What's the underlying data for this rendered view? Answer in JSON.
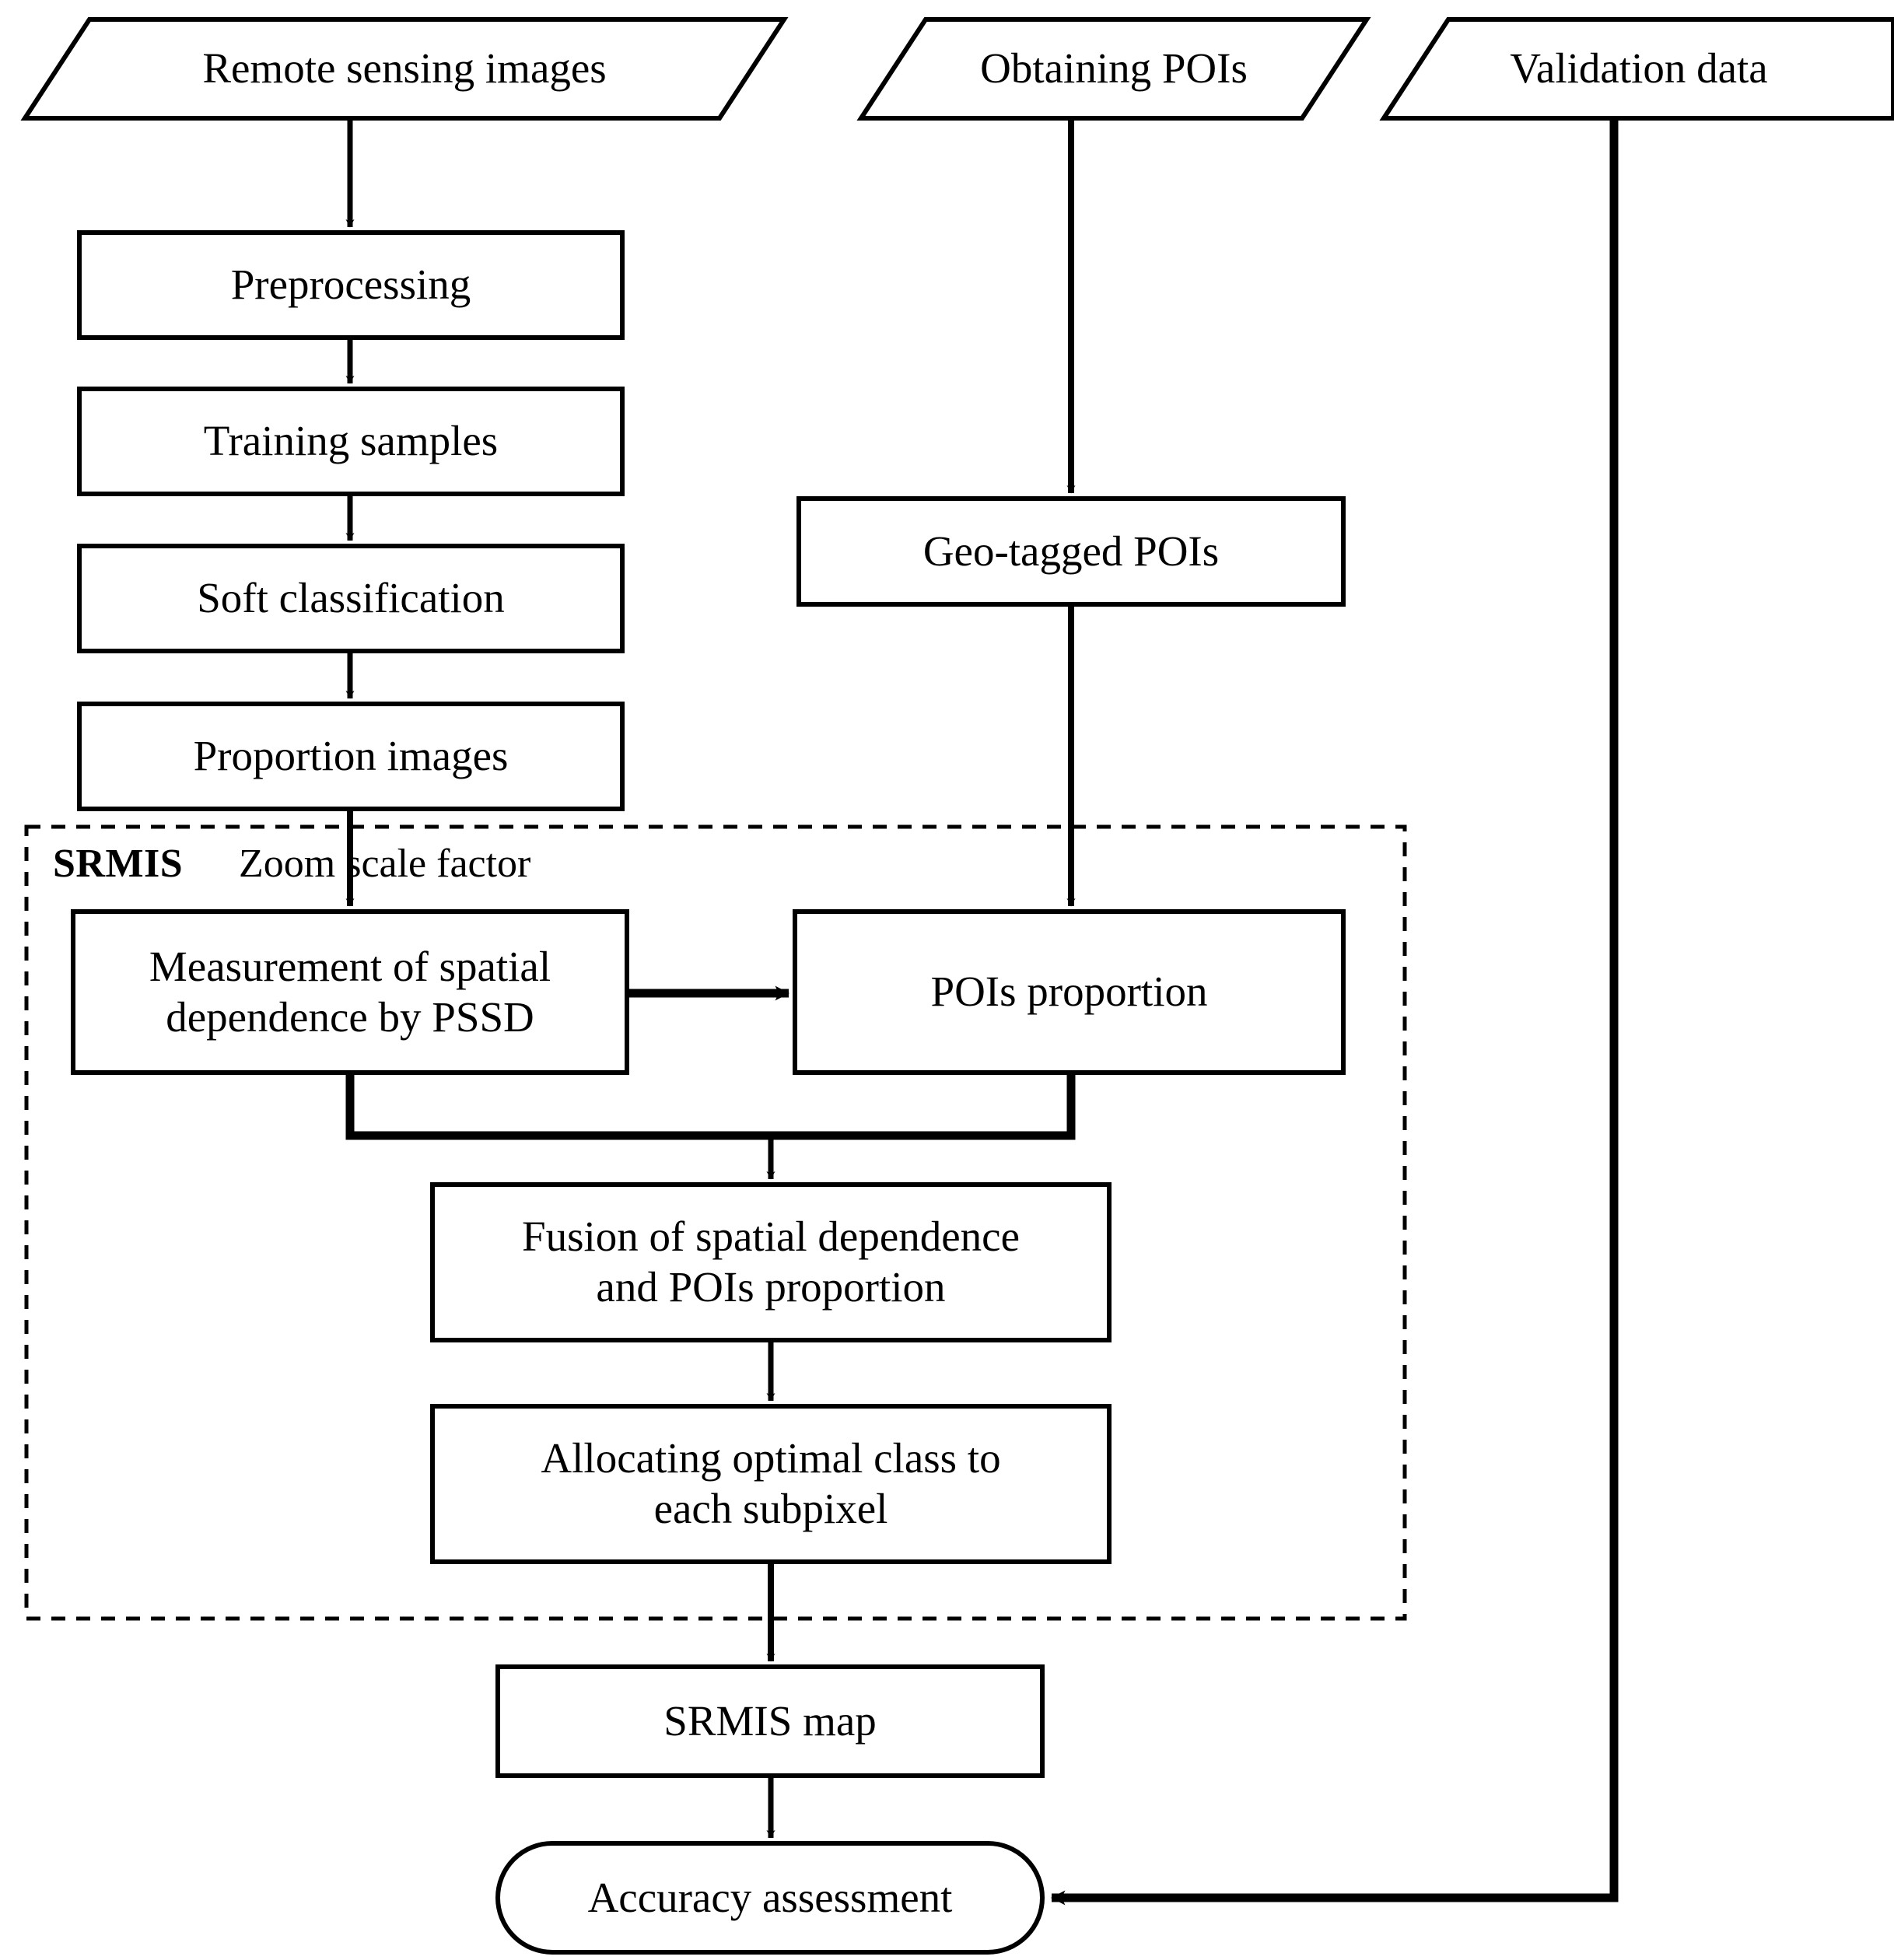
{
  "diagram": {
    "title": "SRMIS workflow flowchart",
    "stroke_color": "#000000",
    "fill_color": "#ffffff",
    "group_label": "SRMIS",
    "annotation_label": "Zoom scale factor",
    "nodes": {
      "remote_sensing_images": "Remote sensing images",
      "obtaining_pois": "Obtaining POIs",
      "validation_data": "Validation data",
      "preprocessing": "Preprocessing",
      "training_samples": "Training samples",
      "soft_classification": "Soft classification",
      "proportion_images": "Proportion images",
      "geo_tagged_pois": "Geo-tagged POIs",
      "measurement_pssd": "Measurement of spatial\ndependence by PSSD",
      "pois_proportion": "POIs proportion",
      "fusion": "Fusion of spatial dependence\nand POIs proportion",
      "allocating": "Allocating optimal class to\neach subpixel",
      "srmis_map": "SRMIS map",
      "accuracy_assessment": "Accuracy assessment"
    }
  }
}
